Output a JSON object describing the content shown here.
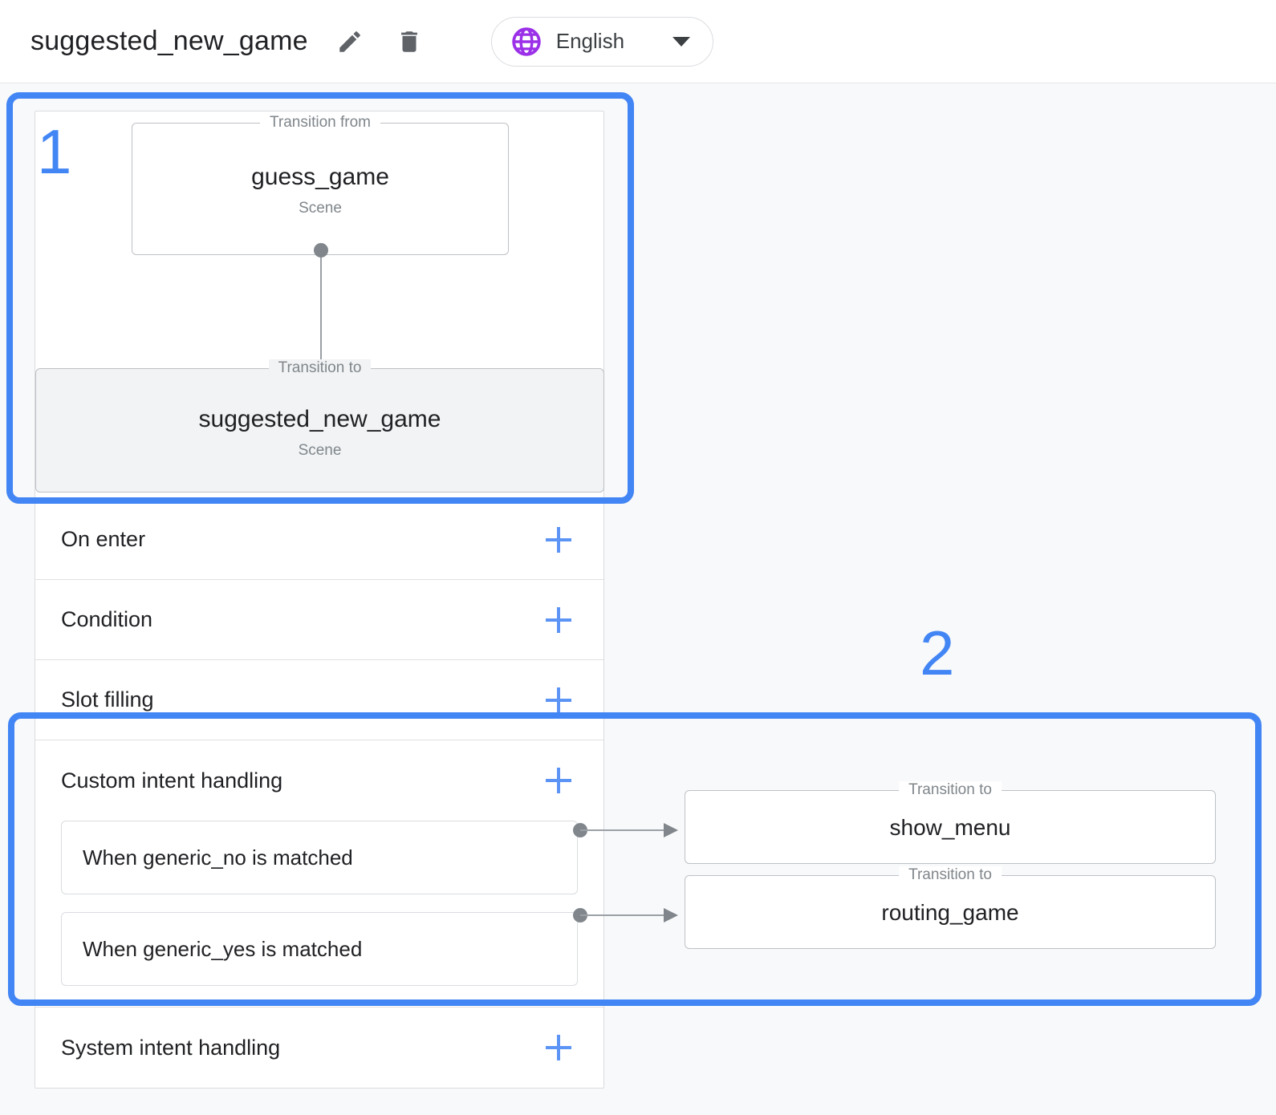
{
  "header": {
    "scene_name": "suggested_new_game",
    "edit_icon": "pencil-icon",
    "delete_icon": "trash-icon",
    "language": {
      "icon": "globe-icon",
      "label": "English",
      "caret": "chevron-down-icon",
      "icon_color": "#9B30E8"
    }
  },
  "diagram": {
    "transition_from": {
      "legend": "Transition from",
      "name": "guess_game",
      "type": "Scene"
    },
    "transition_to": {
      "legend": "Transition to",
      "name": "suggested_new_game",
      "type": "Scene"
    }
  },
  "rows": [
    {
      "label": "On enter",
      "add": "+"
    },
    {
      "label": "Condition",
      "add": "+"
    },
    {
      "label": "Slot filling",
      "add": "+"
    }
  ],
  "custom_intent_handling": {
    "label": "Custom intent handling",
    "add": "+",
    "items": [
      {
        "text": "When generic_no is matched"
      },
      {
        "text": "When generic_yes is matched"
      }
    ]
  },
  "system_intent_handling": {
    "label": "System intent handling",
    "add": "+"
  },
  "right_transitions": [
    {
      "legend": "Transition to",
      "name": "show_menu"
    },
    {
      "legend": "Transition to",
      "name": "routing_game"
    }
  ],
  "annotations": {
    "color": "#4285F4",
    "badges": [
      {
        "number": "1"
      },
      {
        "number": "2"
      }
    ]
  }
}
